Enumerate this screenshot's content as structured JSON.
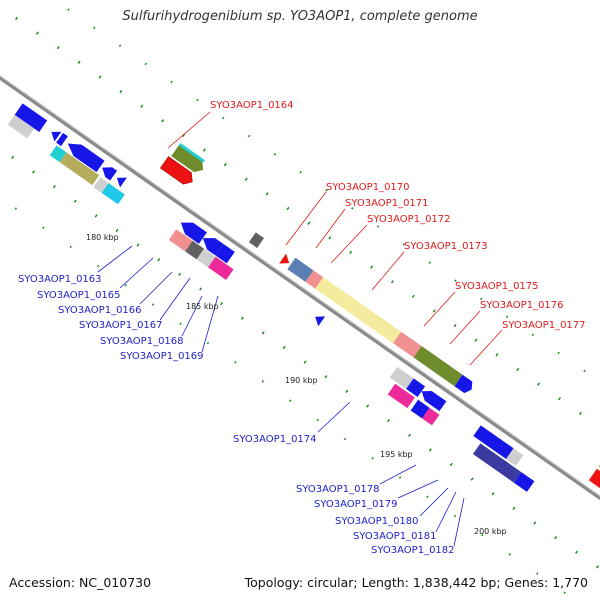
{
  "title": "Sulfurihydrogenibium sp. YO3AOP1, complete genome",
  "accession_text": "Accession: NC_010730",
  "topology_text": "Topology: circular; Length: 1,838,442 bp; Genes: 1,770",
  "colors": {
    "backbone": "#8f8f8f",
    "blue": "#1616e8",
    "red": "#ee1111",
    "tick": "#1a8c1a",
    "label_blue": "#1e1ec8",
    "label_red": "#dd1a1a"
  },
  "kbp_ticks": [
    "180 kbp",
    "185 kbp",
    "190 kbp",
    "195 kbp",
    "200 kbp"
  ],
  "gene_labels_red": [
    "SYO3AOP1_0164",
    "SYO3AOP1_0170",
    "SYO3AOP1_0171",
    "SYO3AOP1_0172",
    "SYO3AOP1_0173",
    "SYO3AOP1_0175",
    "SYO3AOP1_0176",
    "SYO3AOP1_0177"
  ],
  "gene_labels_blue": [
    "SYO3AOP1_0163",
    "SYO3AOP1_0165",
    "SYO3AOP1_0166",
    "SYO3AOP1_0167",
    "SYO3AOP1_0168",
    "SYO3AOP1_0169",
    "SYO3AOP1_0174",
    "SYO3AOP1_0178",
    "SYO3AOP1_0179",
    "SYO3AOP1_0180",
    "SYO3AOP1_0181",
    "SYO3AOP1_0182"
  ]
}
